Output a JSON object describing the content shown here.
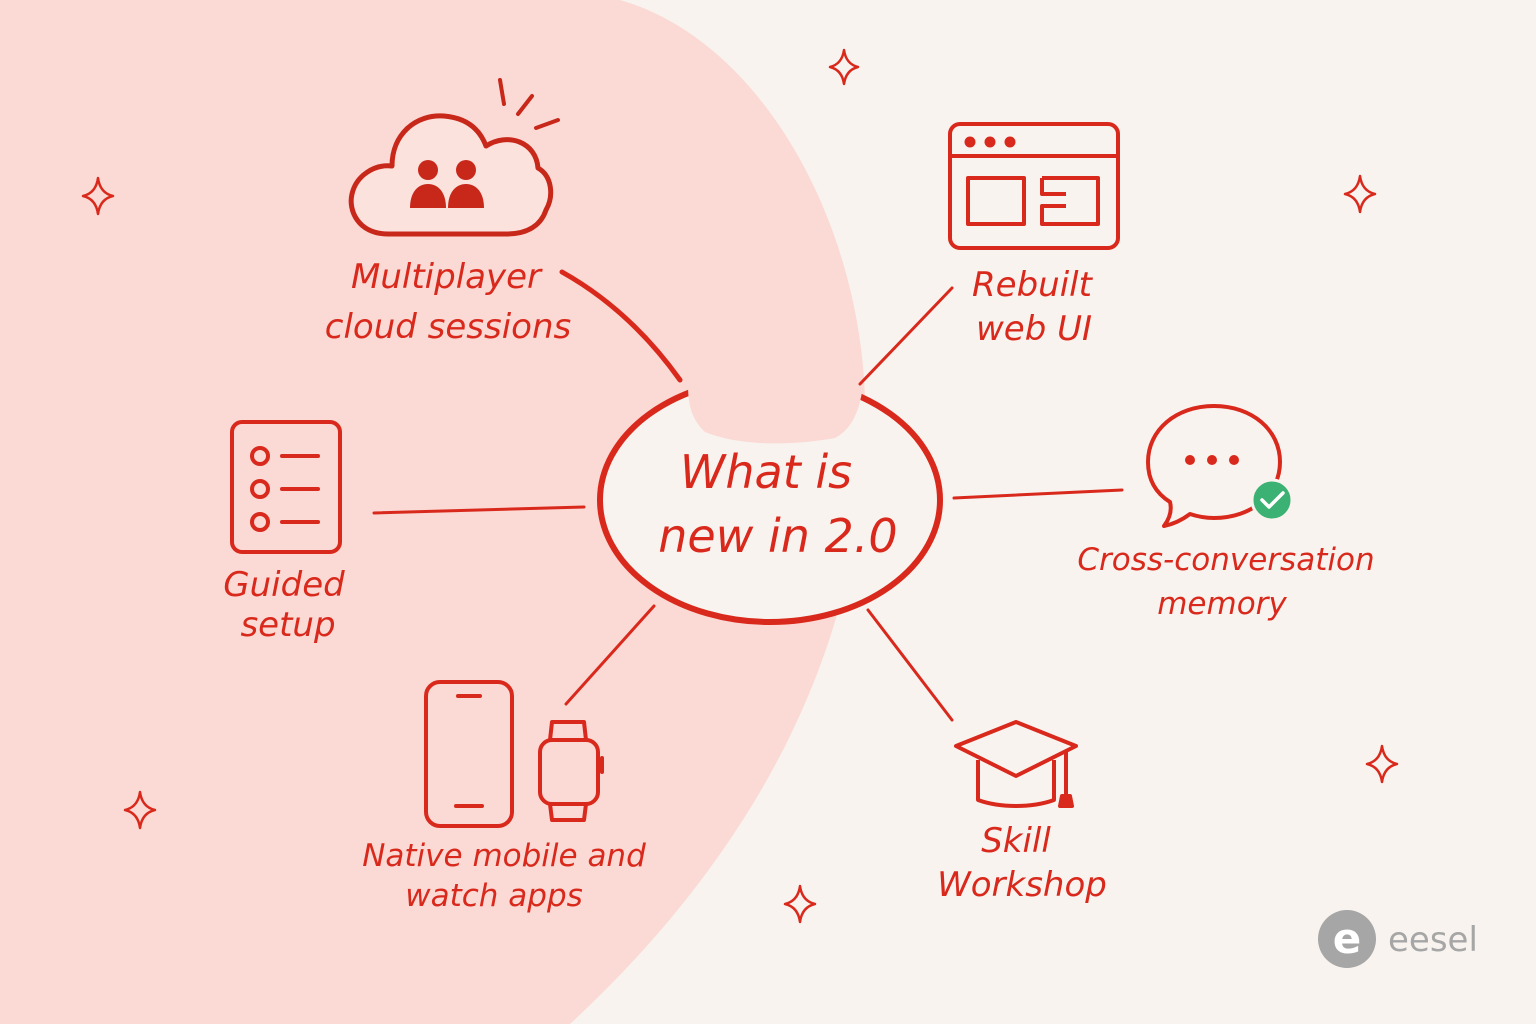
{
  "colors": {
    "background": "#f8f3ee",
    "blob": "#fbd9d4",
    "accent": "#d9291c",
    "check": "#3bb273",
    "brand_gray": "#a6a6a6"
  },
  "center": {
    "line1": "What is",
    "line2": "new in 2.0"
  },
  "nodes": {
    "multiplayer": {
      "line1": "Multiplayer",
      "line2": "cloud sessions",
      "icon": "cloud-users-icon"
    },
    "web_ui": {
      "line1": "Rebuilt",
      "line2": "web UI",
      "icon": "browser-window-icon"
    },
    "memory": {
      "line1": "Cross-conversation",
      "line2": "memory",
      "icon": "chat-bubble-check-icon"
    },
    "guided": {
      "line1": "Guided",
      "line2": "setup",
      "icon": "checklist-icon"
    },
    "mobile": {
      "line1": "Native mobile and",
      "line2": "watch apps",
      "icon": "phone-watch-icon"
    },
    "skill": {
      "line1": "Skill",
      "line2": "Workshop",
      "icon": "graduation-cap-icon"
    }
  },
  "brand": {
    "name": "eesel",
    "logo_letter": "e"
  }
}
